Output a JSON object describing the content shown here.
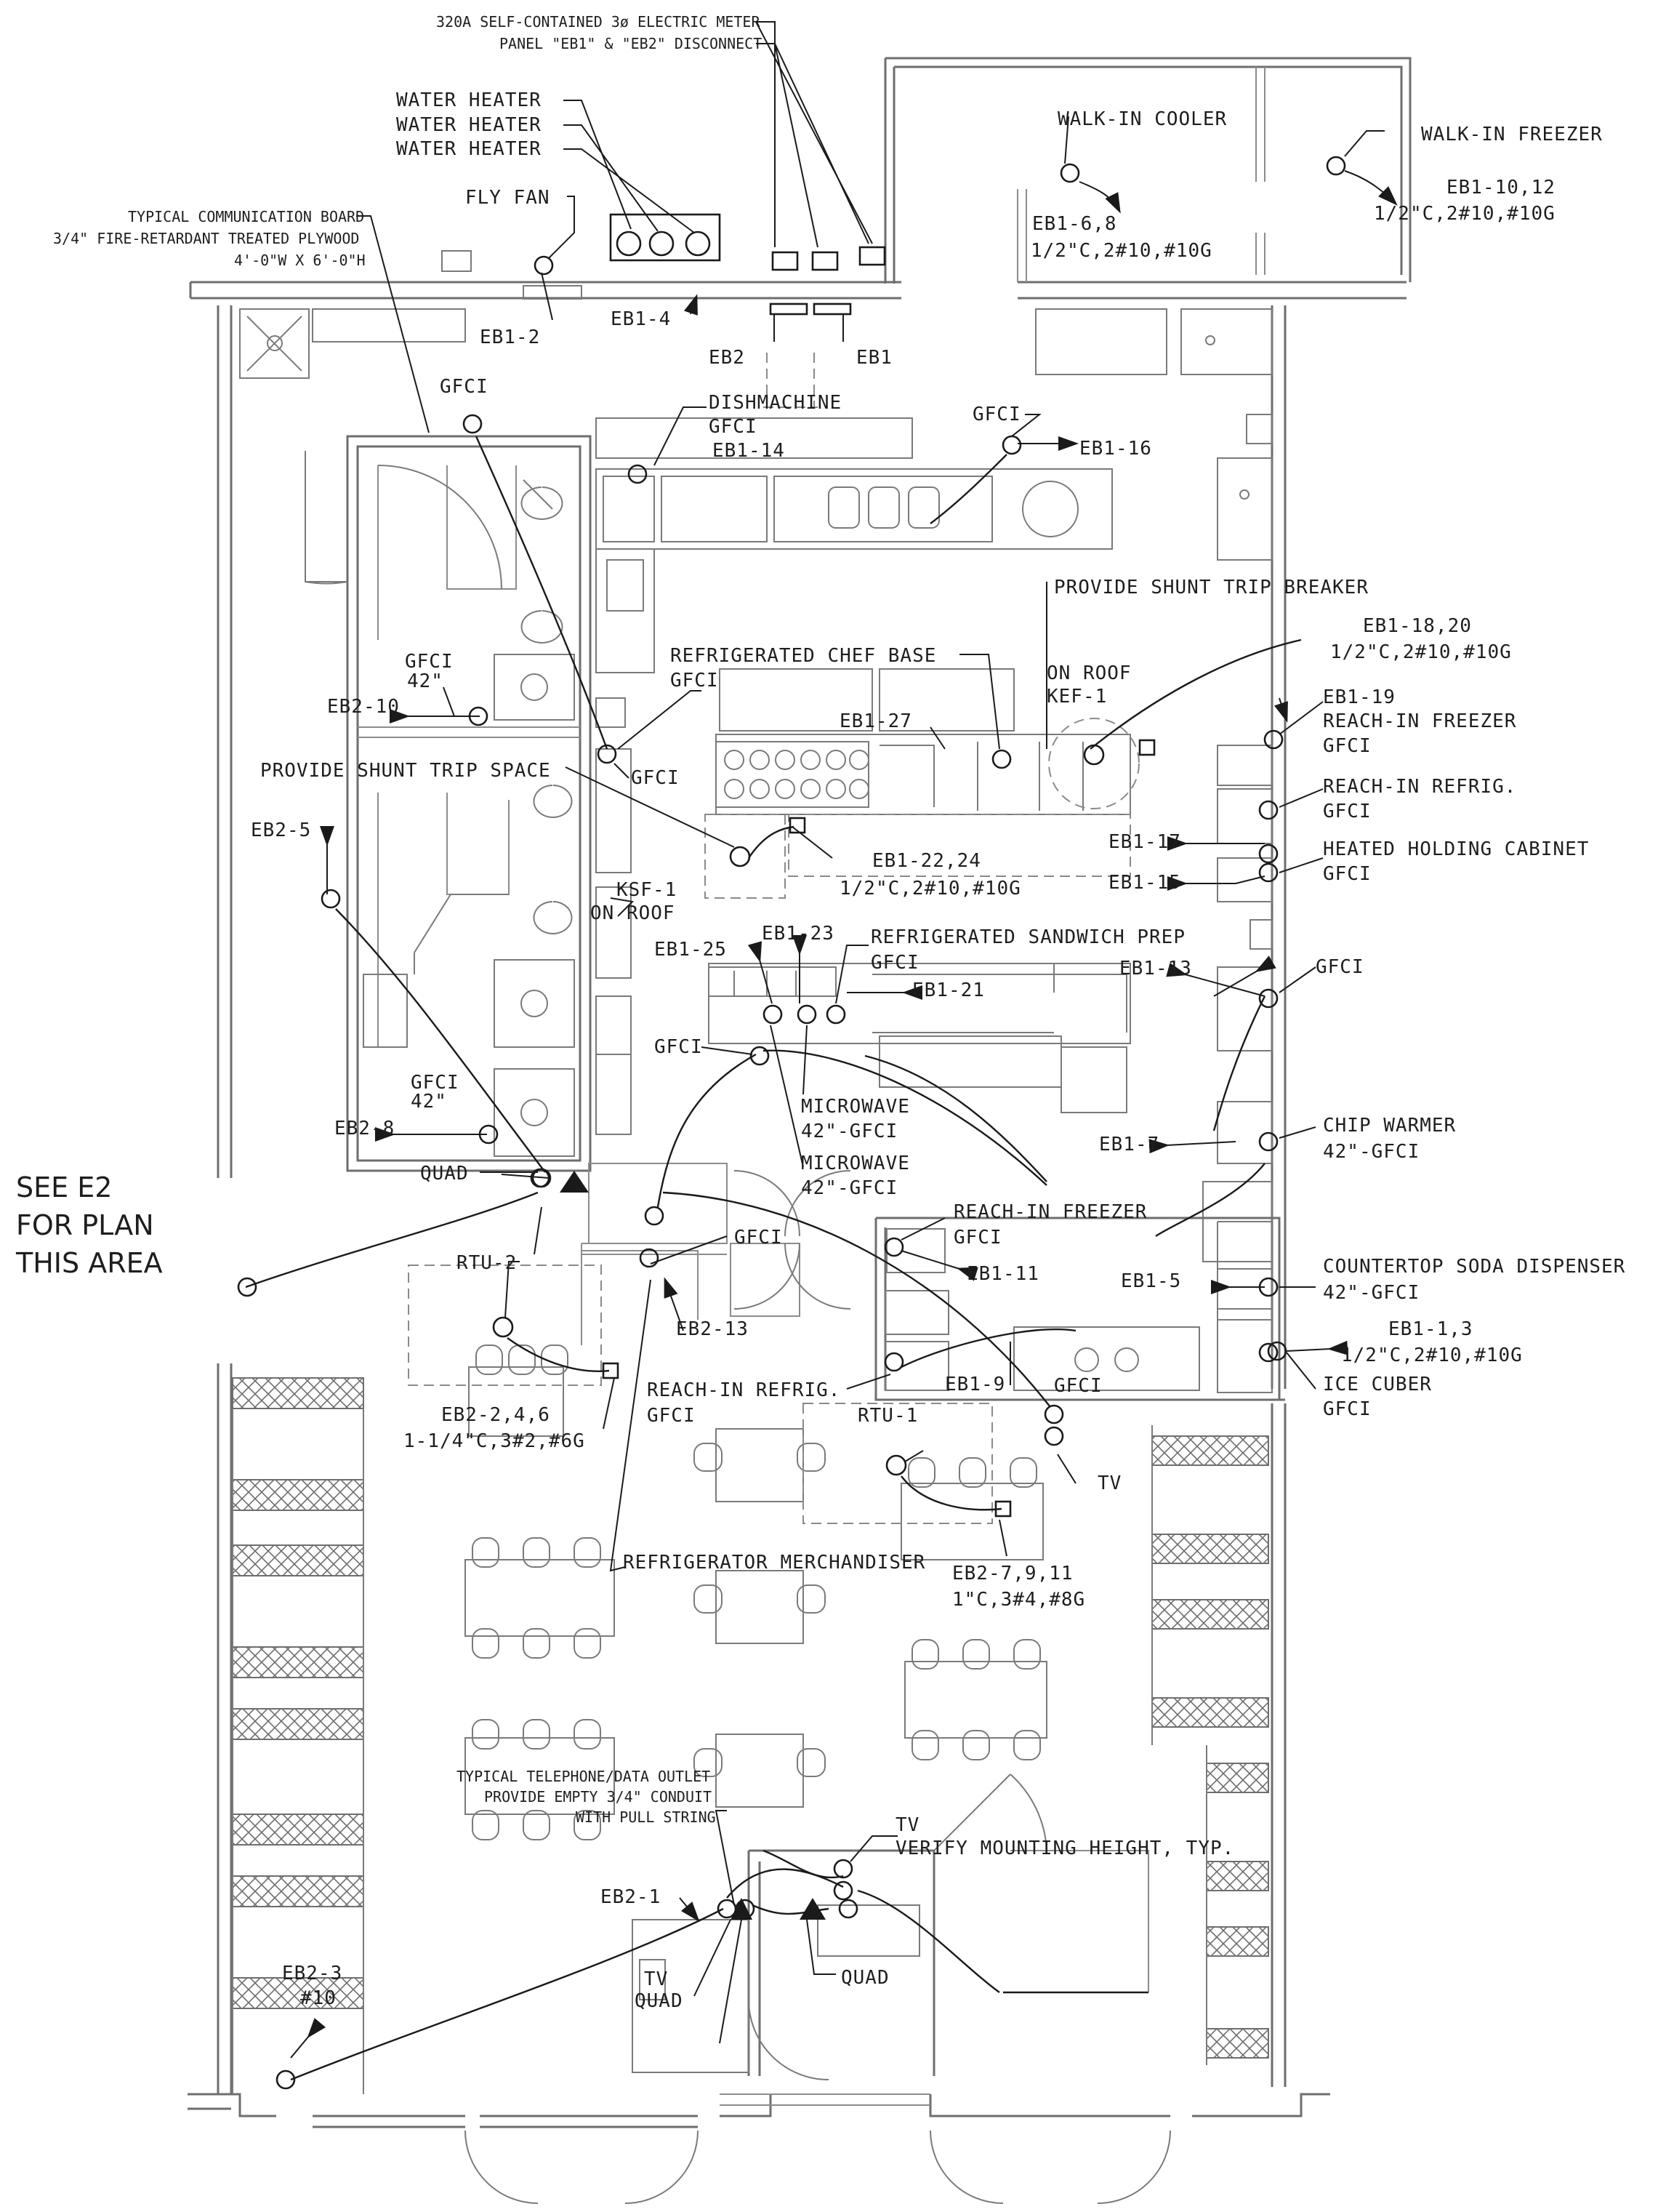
{
  "labels": {
    "meter": "320A SELF-CONTAINED 3ø ELECTRIC METER",
    "disconnect": "PANEL \"EB1\" & \"EB2\" DISCONNECT",
    "water_heater_1": "WATER HEATER",
    "water_heater_2": "WATER HEATER",
    "water_heater_3": "WATER HEATER",
    "comm_board_1": "TYPICAL COMMUNICATION BOARD",
    "comm_board_2": "3/4\" FIRE-RETARDANT TREATED PLYWOOD",
    "comm_board_3": "4'-0\"W X 6'-0\"H",
    "fly_fan": "FLY FAN",
    "eb1_2": "EB1-2",
    "eb1_4": "EB1-4",
    "eb2": "EB2",
    "eb1": "EB1",
    "walk_in_cooler": "WALK-IN COOLER",
    "walk_in_freezer": "WALK-IN FREEZER",
    "eb1_6_8": "EB1-6,8",
    "eb1_6_8_cond": "1/2\"C,2#10,#10G",
    "eb1_10_12": "EB1-10,12",
    "eb1_10_12_cond": "1/2\"C,2#10,#10G",
    "gfci": "GFCI",
    "dishmachine": "DISHMACHINE",
    "eb1_14": "EB1-14",
    "eb1_16": "EB1-16",
    "shunt_trip_breaker": "PROVIDE SHUNT TRIP BREAKER",
    "eb1_18_20": "EB1-18,20",
    "eb1_18_20_cond": "1/2\"C,2#10,#10G",
    "chef_base": "REFRIGERATED CHEF BASE",
    "on_roof": "ON ROOF",
    "kef_1": "KEF-1",
    "eb1_27": "EB1-27",
    "eb1_19": "EB1-19",
    "reach_in_freezer": "REACH-IN FREEZER",
    "reach_in_refrig": "REACH-IN REFRIG.",
    "eb1_17": "EB1-17",
    "heated_holding": "HEATED HOLDING CABINET",
    "eb1_15": "EB1-15",
    "ht_42": "42\"",
    "eb2_10": "EB2-10",
    "shunt_trip_space": "PROVIDE SHUNT TRIP SPACE",
    "eb2_5": "EB2-5",
    "ksf_1": "KSF-1",
    "eb1_22_24": "EB1-22,24",
    "eb1_22_24_cond": "1/2\"C,2#10,#10G",
    "eb1_25": "EB1-25",
    "eb1_23": "EB1-23",
    "sandwich_prep": "REFRIGERATED SANDWICH PREP",
    "eb1_21": "EB1-21",
    "eb1_13": "EB1-13",
    "microwave": "MICROWAVE",
    "gfci_42": "42\"-GFCI",
    "eb2_8": "EB2-8",
    "quad": "QUAD",
    "chip_warmer": "CHIP WARMER",
    "eb1_7": "EB1-7",
    "see_e2_1": "SEE E2",
    "see_e2_2": "FOR PLAN",
    "see_e2_3": "THIS AREA",
    "eb1_11": "EB1-11",
    "rtu_2": "RTU-2",
    "eb2_13": "EB2-13",
    "eb1_5": "EB1-5",
    "soda": "COUNTERTOP SODA DISPENSER",
    "eb1_1_3": "EB1-1,3",
    "eb1_1_3_cond": "1/2\"C,2#10,#10G",
    "ice_cuber": "ICE CUBER",
    "eb2_2_4_6": "EB2-2,4,6",
    "eb2_2_4_6_cond": "1-1/4\"C,3#2,#6G",
    "eb1_9": "EB1-9",
    "rtu_1": "RTU-1",
    "tv": "TV",
    "merchandiser": "REFRIGERATOR MERCHANDISER",
    "eb2_7_9_11": "EB2-7,9,11",
    "eb2_7_9_11_cond": "1\"C,3#4,#8G",
    "tel_1": "TYPICAL TELEPHONE/DATA OUTLET",
    "tel_2": "PROVIDE EMPTY 3/4\" CONDUIT",
    "tel_3": "WITH PULL STRING",
    "verify_height": "VERIFY MOUNTING HEIGHT, TYP.",
    "eb2_1": "EB2-1",
    "eb2_3": "EB2-3",
    "wire_10": "#10"
  }
}
